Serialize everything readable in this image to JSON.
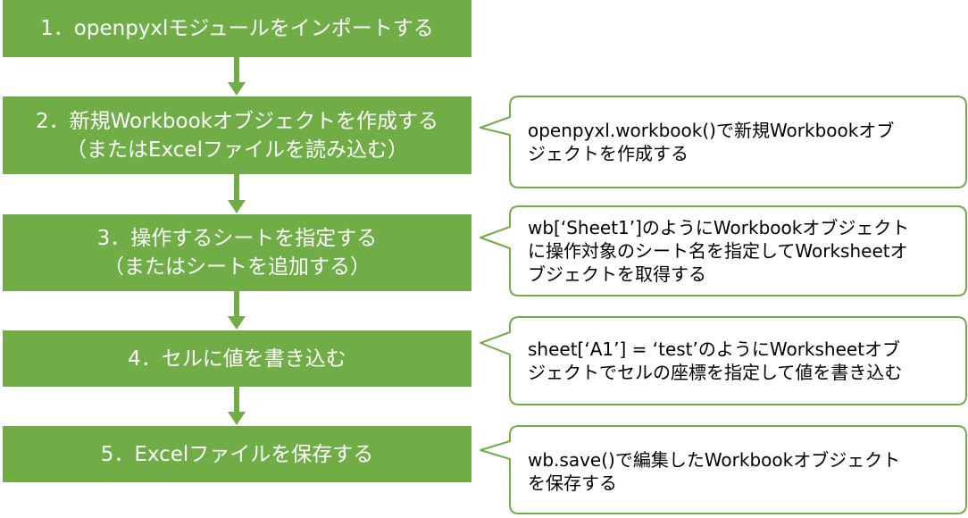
{
  "steps": [
    {
      "lines": [
        "1．openpyxlモジュールをインポートする"
      ]
    },
    {
      "lines": [
        "2．新規Workbookオブジェクトを作成する",
        "（またはExcelファイルを読み込む）"
      ]
    },
    {
      "lines": [
        "3．操作するシートを指定する",
        "（またはシートを追加する）"
      ]
    },
    {
      "lines": [
        "4．セルに値を書き込む"
      ]
    },
    {
      "lines": [
        "5．Excelファイルを保存する"
      ]
    }
  ],
  "notes": [
    {
      "lines": [
        "openpyxl.workbook()で新規Workbookオブ",
        "ジェクトを作成する"
      ]
    },
    {
      "lines": [
        "wb[‘Sheet1’]のようにWorkbookオブジェクト",
        "に操作対象のシート名を指定してWorksheetオ",
        "ブジェクトを取得する"
      ]
    },
    {
      "lines": [
        "sheet[‘A1’] = ‘test’のようにWorksheetオブ",
        "ジェクトでセルの座標を指定して値を書き込む"
      ]
    },
    {
      "lines": [
        "wb.save()で編集したWorkbookオブジェクト",
        "を保存する"
      ]
    }
  ],
  "colors": {
    "step_fill": "#70ad47",
    "step_text": "#ffffff",
    "callout_border": "#70ad47",
    "callout_fill": "#ffffff"
  }
}
